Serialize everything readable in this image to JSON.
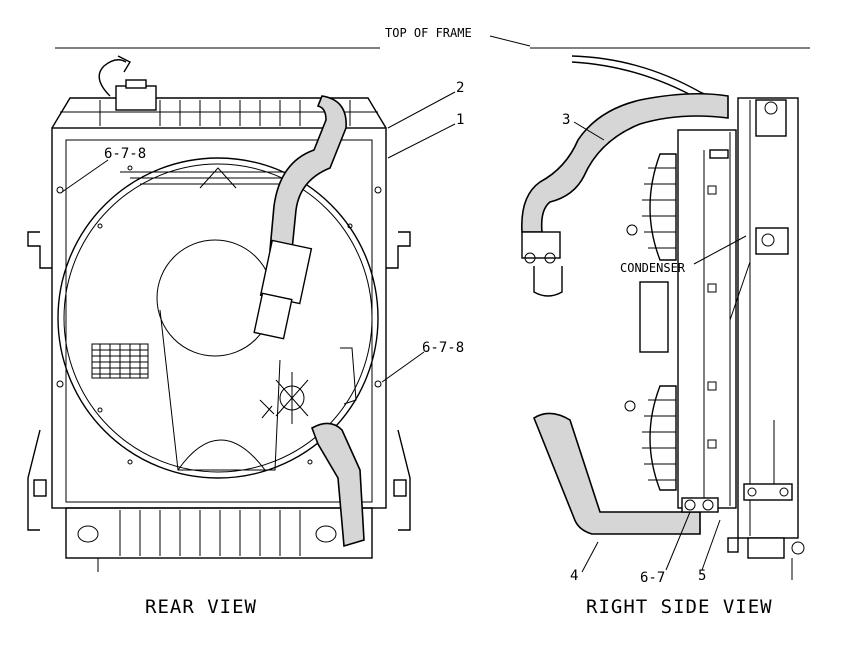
{
  "diagram": {
    "top_label": "TOP OF FRAME",
    "rear_view": {
      "title": "REAR VIEW",
      "callouts": [
        "2",
        "1",
        "6-7-8",
        "6-7-8"
      ]
    },
    "side_view": {
      "title": "RIGHT SIDE VIEW",
      "callouts": [
        "3",
        "CONDENSER",
        "4",
        "6-7",
        "5"
      ]
    }
  }
}
